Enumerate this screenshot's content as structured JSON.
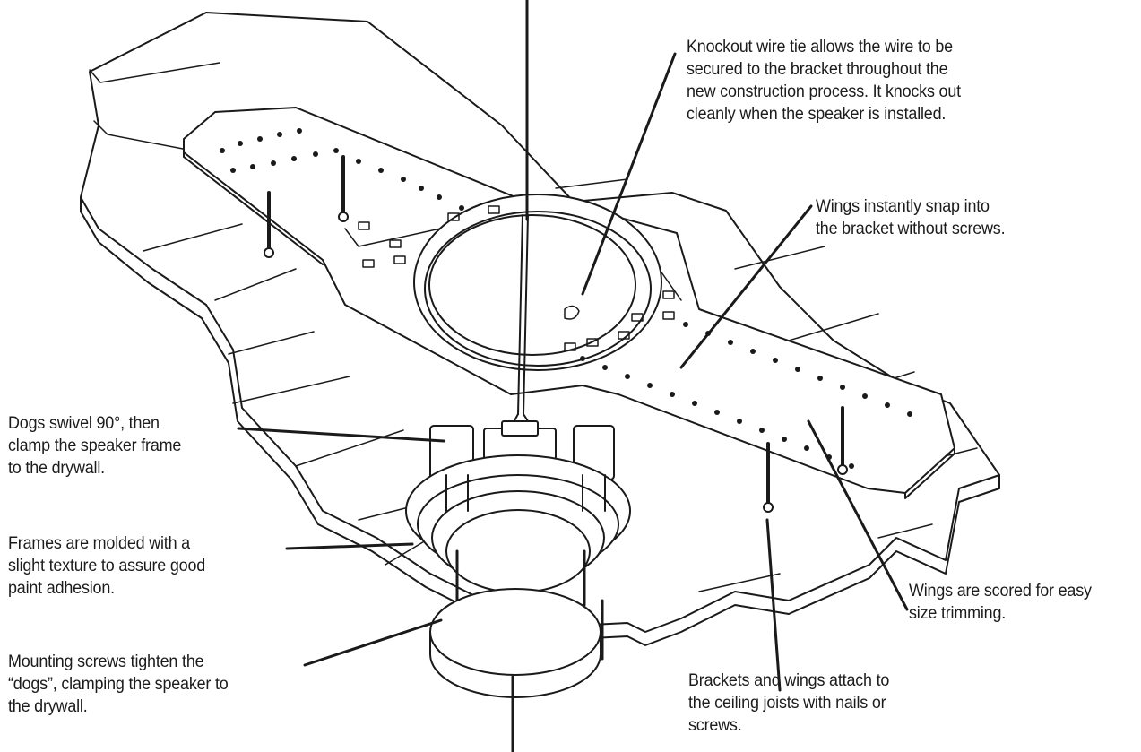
{
  "callouts": {
    "knockout_wire_tie": [
      "Knockout wire tie allows the wire to be",
      "secured to the bracket throughout the",
      "new construction process. It knocks out",
      "cleanly when the speaker is installed."
    ],
    "wings_snap": [
      "Wings instantly snap into",
      "the bracket without screws."
    ],
    "dogs_swivel": [
      "Dogs swivel 90°, then",
      "clamp the speaker frame",
      "to the drywall."
    ],
    "frames_molded": [
      "Frames are molded with a",
      "slight texture to assure good",
      "paint adhesion."
    ],
    "wings_scored": [
      "Wings are scored for easy",
      "size trimming."
    ],
    "mounting_screws": [
      "Mounting screws tighten the",
      "“dogs”, clamping the speaker to",
      "the drywall."
    ],
    "brackets_attach": [
      "Brackets and wings attach to",
      "the ceiling joists with nails or",
      "screws."
    ]
  },
  "colors": {
    "line": "#1a1a1a",
    "fill": "#ffffff"
  }
}
